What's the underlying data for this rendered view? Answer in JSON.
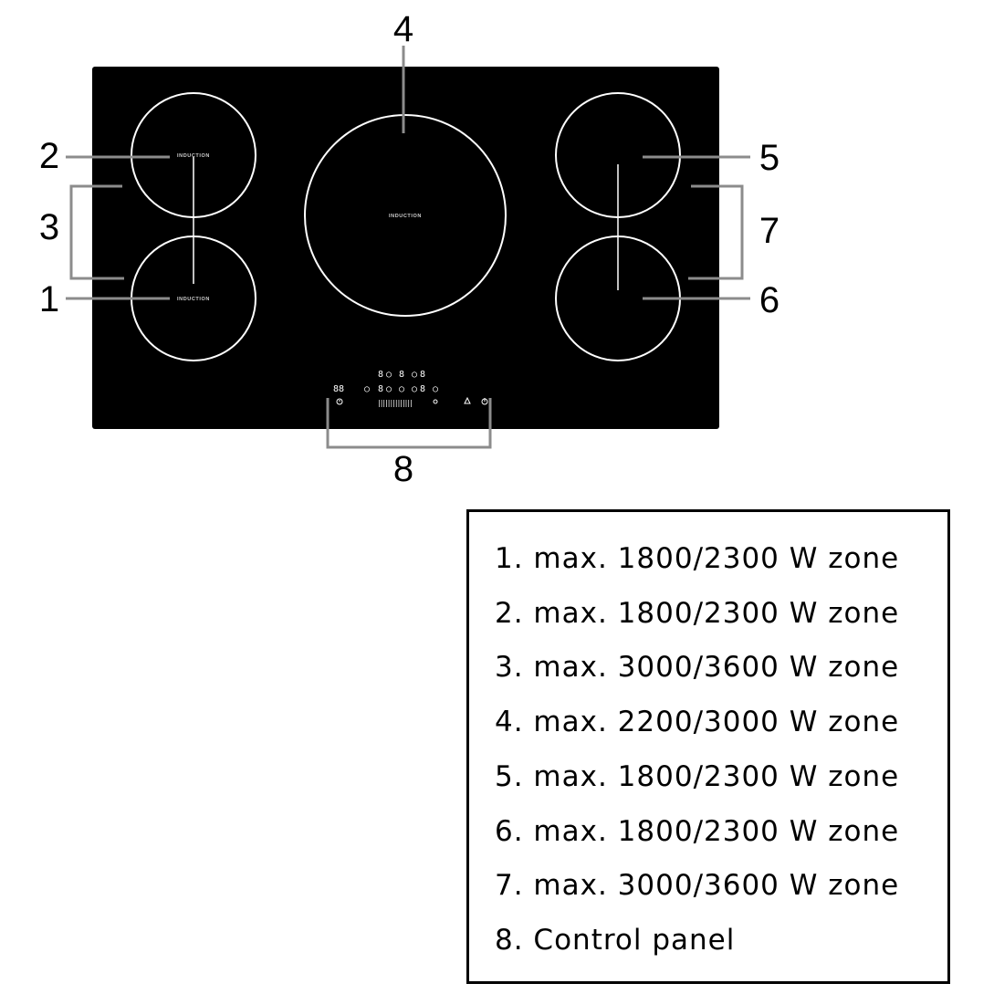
{
  "callouts": {
    "c1": "1",
    "c2": "2",
    "c3": "3",
    "c4": "4",
    "c5": "5",
    "c6": "6",
    "c7": "7",
    "c8": "8"
  },
  "zone_marking": "INDUCTION",
  "control_panel": {
    "display": "88",
    "row_top": [
      "8",
      "○",
      "8",
      "○",
      "8"
    ],
    "row_mid_left": "○",
    "row_mid": [
      "8",
      "○",
      "○",
      "○",
      "8",
      "○"
    ],
    "slider": "||||||||||||||",
    "timer_icon": "timer-icon",
    "power_icon": "power-icon",
    "lock_icon": "lock-icon"
  },
  "legend": {
    "items": [
      "1. max. 1800/2300 W zone",
      "2. max. 1800/2300 W zone",
      "3. max. 3000/3600 W zone",
      "4. max. 2200/3000 W zone",
      "5. max. 1800/2300 W zone",
      "6. max. 1800/2300 W zone",
      "7. max. 3000/3600 W zone",
      "8. Control panel"
    ]
  },
  "colors": {
    "glass": "#000000",
    "zone_ring": "#ffffff",
    "leader": "#8c8c8c"
  }
}
